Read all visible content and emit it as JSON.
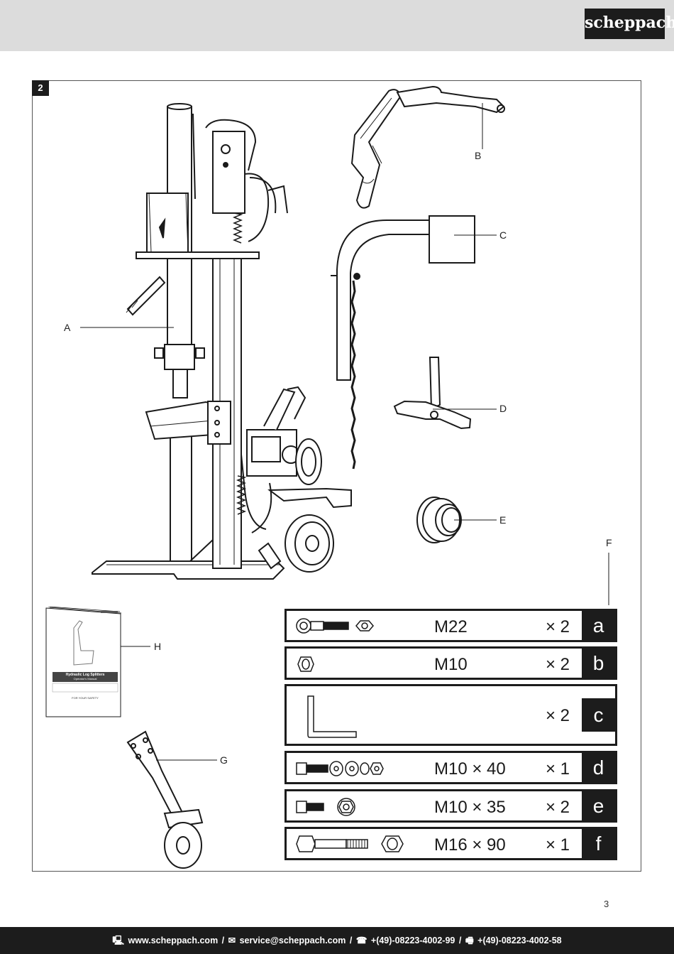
{
  "header": {
    "brand": "scheppach"
  },
  "figure": {
    "number": "2"
  },
  "callouts": {
    "A": "A",
    "B": "B",
    "C": "C",
    "D": "D",
    "E": "E",
    "F": "F",
    "G": "G",
    "H": "H"
  },
  "manual": {
    "title": "Hydraulic Log Splitters",
    "subtitle": "Operator's Manual",
    "safety": "FOR YOUR SAFETY"
  },
  "hardware": [
    {
      "spec": "M22",
      "qty": "× 2",
      "letter": "a"
    },
    {
      "spec": "M10",
      "qty": "× 2",
      "letter": "b"
    },
    {
      "spec": "",
      "qty": "× 2",
      "letter": "c"
    },
    {
      "spec": "M10 ×  40",
      "qty": "× 1",
      "letter": "d"
    },
    {
      "spec": "M10 ×  35",
      "qty": "× 2",
      "letter": "e"
    },
    {
      "spec": "M16 ×  90",
      "qty": "× 1",
      "letter": "f"
    }
  ],
  "page_number": "3",
  "footer": {
    "website": "www.scheppach.com",
    "email": "service@scheppach.com",
    "phone": "+(49)-08223-4002-99",
    "fax": "+(49)-08223-4002-58",
    "separator": "/"
  },
  "icons": [
    "computer-icon",
    "mail-icon",
    "phone-icon",
    "fax-icon"
  ]
}
